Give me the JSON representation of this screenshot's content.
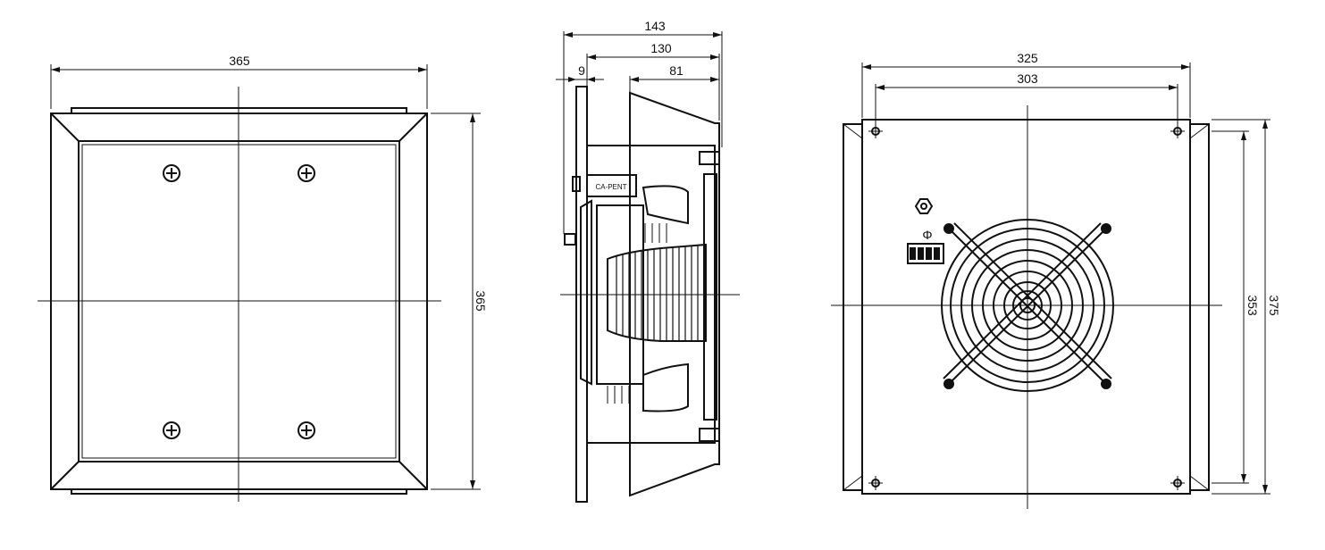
{
  "front_view": {
    "width_label": "365",
    "height_label": "365"
  },
  "side_view": {
    "depth_total_label": "143",
    "depth_body_label": "130",
    "flange_label": "9",
    "motor_label": "81",
    "motor_text": "CA-PENT"
  },
  "rear_view": {
    "outer_width_label": "325",
    "hole_width_label": "303",
    "hole_height_label": "353",
    "outer_height_label": "375",
    "terminal_symbol": "Φ"
  }
}
